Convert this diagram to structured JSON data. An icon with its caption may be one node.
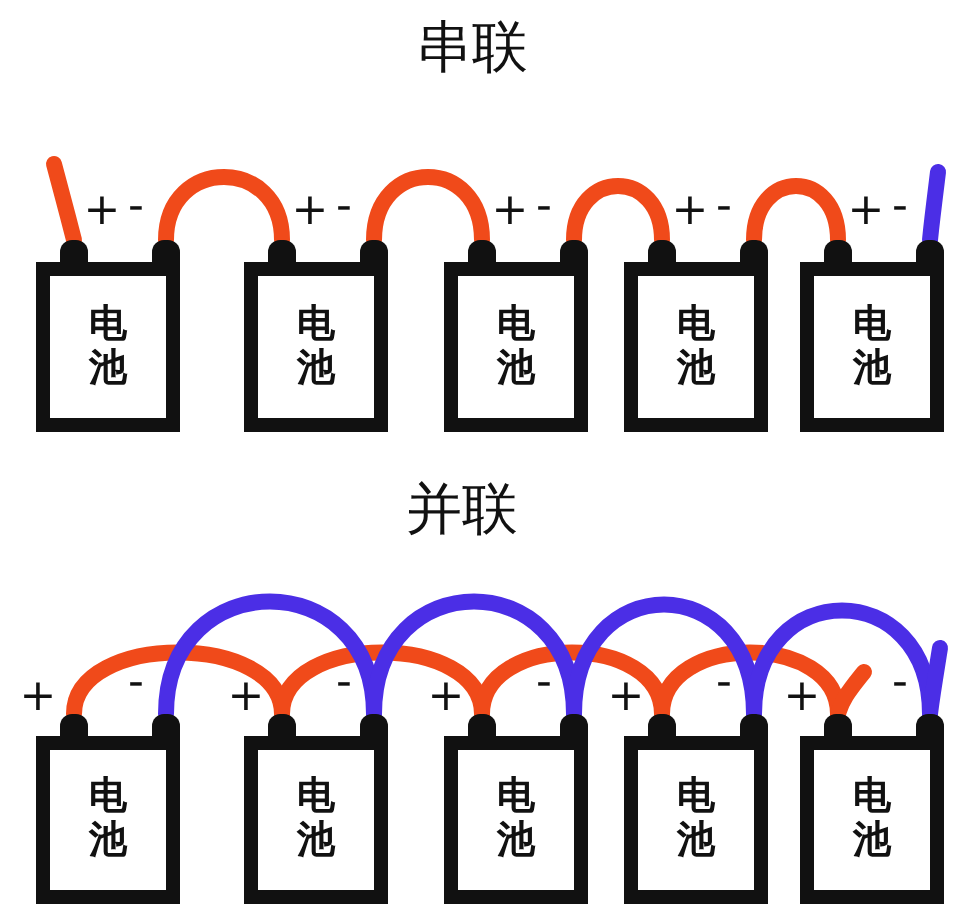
{
  "diagram": {
    "nodes": [
      {
        "text": [
          "电池"
        ]
      },
      {
        "text": [
          "电池"
        ]
      },
      {
        "text": [
          "电池"
        ]
      },
      {
        "text": [
          "电池"
        ]
      },
      {
        "text": [
          "电池"
        ]
      },
      {
        "text": [
          "电池"
        ]
      },
      {
        "text": [
          "电池"
        ]
      },
      {
        "text": [
          "电池"
        ]
      },
      {
        "text": [
          "电池"
        ]
      },
      {
        "text": [
          "电池"
        ]
      }
    ],
    "edges": [
      {
        "from": 0,
        "to": 1,
        "arrow": "none"
      },
      {
        "from": 1,
        "to": 2,
        "arrow": "none"
      },
      {
        "from": 2,
        "to": 3,
        "arrow": "none"
      },
      {
        "from": 3,
        "to": 4,
        "arrow": "none"
      },
      {
        "from": 0,
        "to": null,
        "arrow": "none"
      },
      {
        "from": 4,
        "to": null,
        "arrow": "none",
        "color": "#4b2ee6"
      },
      {
        "from": 5,
        "to": 6,
        "arrow": "none"
      },
      {
        "from": 6,
        "to": 7,
        "arrow": "none"
      },
      {
        "from": 7,
        "to": 8,
        "arrow": "none"
      },
      {
        "from": 8,
        "to": 9,
        "arrow": "none"
      },
      {
        "from": 5,
        "to": 6,
        "arrow": "none",
        "color": "#4b2ee6"
      },
      {
        "from": 6,
        "to": 7,
        "arrow": "none",
        "color": "#4b2ee6"
      },
      {
        "from": 7,
        "to": 8,
        "arrow": "none",
        "color": "#4b2ee6"
      },
      {
        "from": 8,
        "to": 9,
        "arrow": "none",
        "color": "#4b2ee6"
      },
      {
        "from": 9,
        "to": null,
        "arrow": "none"
      },
      {
        "from": 9,
        "to": null,
        "arrow": "none",
        "color": "#4b2ee6"
      }
    ],
    "labels": [
      "串联",
      "+",
      "-",
      "+",
      "-",
      "+",
      "-",
      "+",
      "-",
      "+",
      "-",
      "并联",
      "+",
      "-",
      "+",
      "-",
      "+",
      "-",
      "+",
      "-",
      "+",
      "-"
    ]
  }
}
